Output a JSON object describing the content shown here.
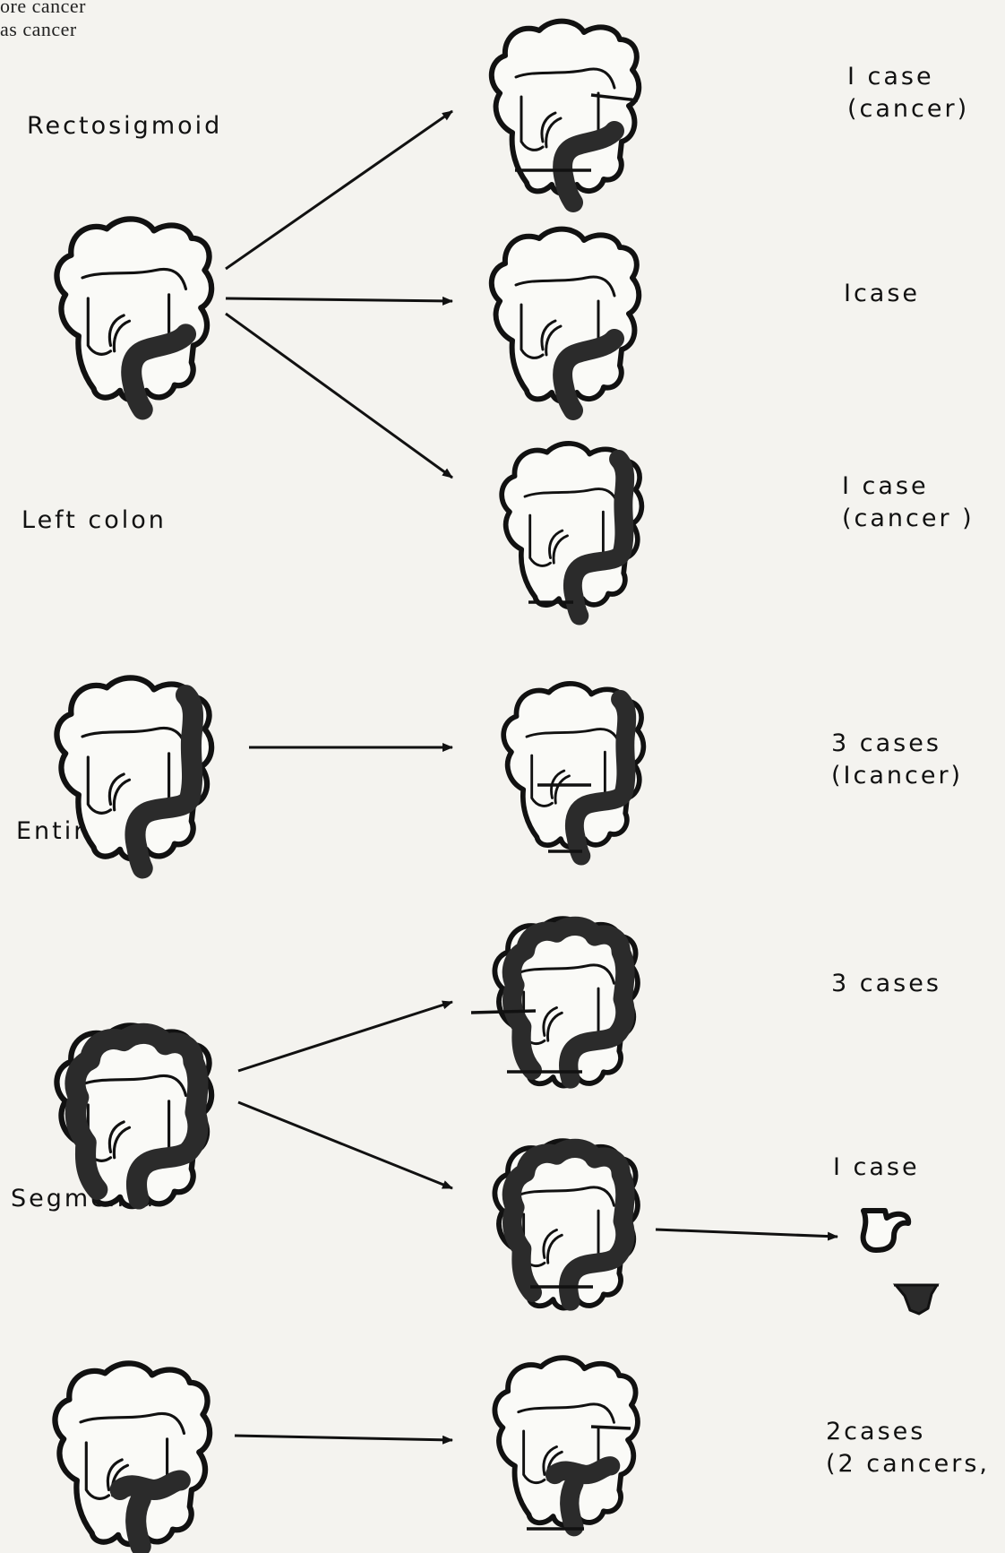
{
  "header": {
    "line1": "ore cancer",
    "line2": "as cancer"
  },
  "groups": {
    "rectosigmoid": "Rectosigmoid",
    "left_colon": "Left colon",
    "entire_colon": "Entire colon",
    "segmental": "Segmental"
  },
  "results": {
    "r1": {
      "line1": "I case",
      "line2": "(cancer)"
    },
    "r2": {
      "line1": "Icase"
    },
    "r3": {
      "line1": "I case",
      "line2": "(cancer )"
    },
    "r4": {
      "line1": "3 cases",
      "line2": "(Icancer)"
    },
    "r5": {
      "line1": "3 cases"
    },
    "r6": {
      "line1": "I case"
    },
    "r7": {
      "line1": "2cases",
      "line2": "(2 cancers,"
    }
  },
  "colors": {
    "ink": "#111111",
    "paper": "#f4f3ef",
    "disease": "#2b2b2b"
  }
}
